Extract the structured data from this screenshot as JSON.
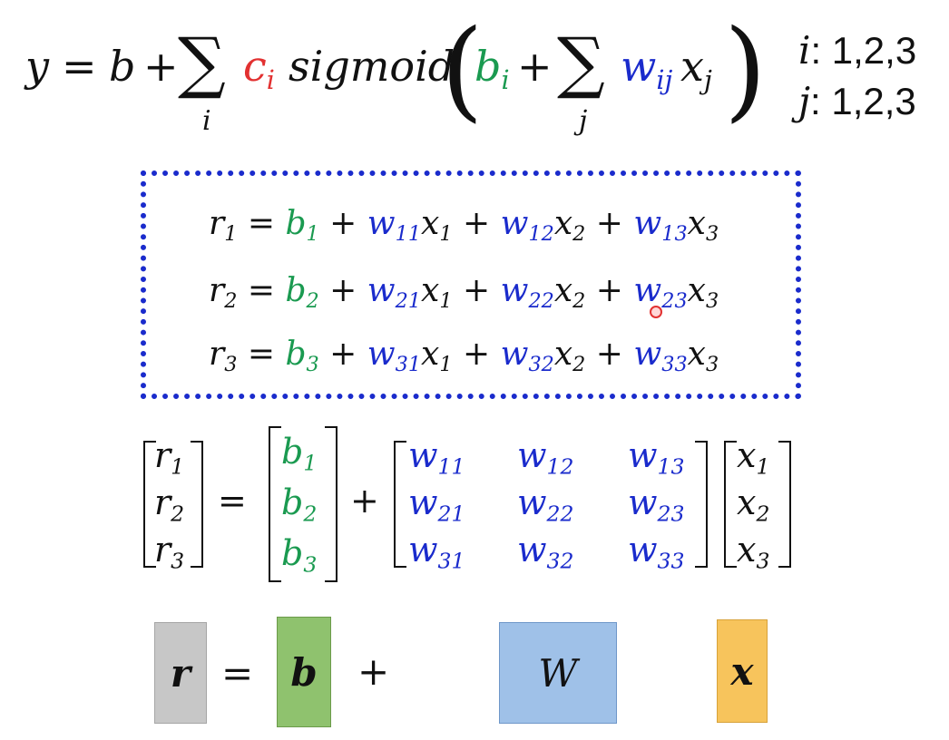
{
  "formula": {
    "y": "y",
    "eq": "=",
    "b": "b",
    "plus": "+",
    "sum1_sub": "i",
    "c": "c",
    "c_sub": "i",
    "sigmoid": "sigmoid",
    "open_paren": "(",
    "close_paren": ")",
    "bi": "b",
    "bi_sub": "i",
    "sum2_sub": "j",
    "w": "w",
    "w_sub": "ij",
    "x": "x",
    "x_sub": "j"
  },
  "ranges": {
    "i_var": "i",
    "i_vals": ": 1,2,3",
    "j_var": "j",
    "j_vals": ": 1,2,3"
  },
  "rows": [
    {
      "r": "r",
      "rs": "1",
      "b": "b",
      "bs": "1",
      "w1": "w",
      "w1s": "11",
      "x1": "x",
      "x1s": "1",
      "w2": "w",
      "w2s": "12",
      "x2": "x",
      "x2s": "2",
      "w3": "w",
      "w3s": "13",
      "x3": "x",
      "x3s": "3"
    },
    {
      "r": "r",
      "rs": "2",
      "b": "b",
      "bs": "2",
      "w1": "w",
      "w1s": "21",
      "x1": "x",
      "x1s": "1",
      "w2": "w",
      "w2s": "22",
      "x2": "x",
      "x2s": "2",
      "w3": "w",
      "w3s": "23",
      "x3": "x",
      "x3s": "3"
    },
    {
      "r": "r",
      "rs": "3",
      "b": "b",
      "bs": "3",
      "w1": "w",
      "w1s": "31",
      "x1": "x",
      "x1s": "1",
      "w2": "w",
      "w2s": "32",
      "x2": "x",
      "x2s": "2",
      "w3": "w",
      "w3s": "33",
      "x3": "x",
      "x3s": "3"
    }
  ],
  "matrix": {
    "r": [
      {
        "v": "r",
        "s": "1"
      },
      {
        "v": "r",
        "s": "2"
      },
      {
        "v": "r",
        "s": "3"
      }
    ],
    "b": [
      {
        "v": "b",
        "s": "1"
      },
      {
        "v": "b",
        "s": "2"
      },
      {
        "v": "b",
        "s": "3"
      }
    ],
    "w": [
      [
        {
          "v": "w",
          "s": "11"
        },
        {
          "v": "w",
          "s": "12"
        },
        {
          "v": "w",
          "s": "13"
        }
      ],
      [
        {
          "v": "w",
          "s": "21"
        },
        {
          "v": "w",
          "s": "22"
        },
        {
          "v": "w",
          "s": "23"
        }
      ],
      [
        {
          "v": "w",
          "s": "31"
        },
        {
          "v": "w",
          "s": "32"
        },
        {
          "v": "w",
          "s": "33"
        }
      ]
    ],
    "x": [
      {
        "v": "x",
        "s": "1"
      },
      {
        "v": "x",
        "s": "2"
      },
      {
        "v": "x",
        "s": "3"
      }
    ],
    "eq": "=",
    "plus": "+"
  },
  "bottom": {
    "r": "r",
    "eq": "=",
    "b": "b",
    "plus": "+",
    "W": "W",
    "x": "x"
  },
  "colors": {
    "bias": "#1a9a50",
    "weight": "#1a2bcc",
    "c": "#e23131",
    "dotted_border": "#1a2bcc"
  }
}
